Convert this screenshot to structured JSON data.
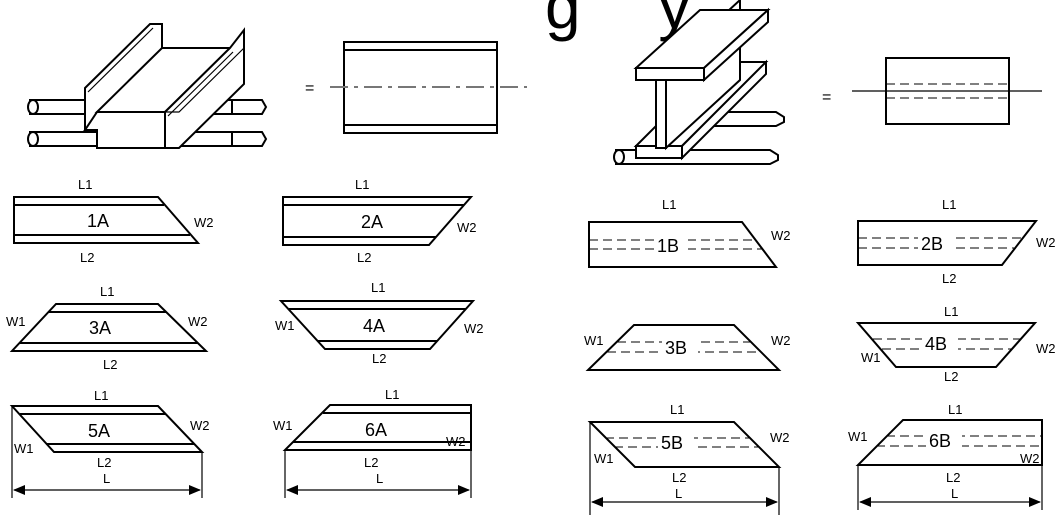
{
  "header": {
    "partial_title": "g  y"
  },
  "equals_sign": "=",
  "shapes_a": [
    {
      "code": "1A",
      "labels": {
        "top": "L1",
        "bottom": "L2",
        "left": "",
        "right": "W2",
        "overall": ""
      }
    },
    {
      "code": "2A",
      "labels": {
        "top": "L1",
        "bottom": "L2",
        "left": "",
        "right": "W2",
        "overall": ""
      }
    },
    {
      "code": "3A",
      "labels": {
        "top": "L1",
        "bottom": "L2",
        "left": "W1",
        "right": "W2",
        "overall": ""
      }
    },
    {
      "code": "4A",
      "labels": {
        "top": "L1",
        "bottom": "L2",
        "left": "W1",
        "right": "W2",
        "overall": ""
      }
    },
    {
      "code": "5A",
      "labels": {
        "top": "L1",
        "bottom": "L2",
        "left": "W1",
        "right": "W2",
        "overall": "L"
      }
    },
    {
      "code": "6A",
      "labels": {
        "top": "L1",
        "bottom": "L2",
        "left": "W1",
        "right": "W2",
        "overall": "L"
      }
    }
  ],
  "shapes_b": [
    {
      "code": "1B",
      "labels": {
        "top": "L1",
        "bottom": "",
        "left": "",
        "right": "W2",
        "overall": ""
      }
    },
    {
      "code": "2B",
      "labels": {
        "top": "L1",
        "bottom": "L2",
        "left": "",
        "right": "W2",
        "overall": ""
      }
    },
    {
      "code": "3B",
      "labels": {
        "top": "",
        "bottom": "",
        "left": "W1",
        "right": "W2",
        "overall": ""
      }
    },
    {
      "code": "4B",
      "labels": {
        "top": "L1",
        "bottom": "L2",
        "left": "W1",
        "right": "W2",
        "overall": ""
      }
    },
    {
      "code": "5B",
      "labels": {
        "top": "L1",
        "bottom": "L2",
        "left": "W1",
        "right": "W2",
        "overall": "L"
      }
    },
    {
      "code": "6B",
      "labels": {
        "top": "L1",
        "bottom": "L2",
        "left": "W1",
        "right": "W2",
        "overall": "L"
      }
    }
  ]
}
